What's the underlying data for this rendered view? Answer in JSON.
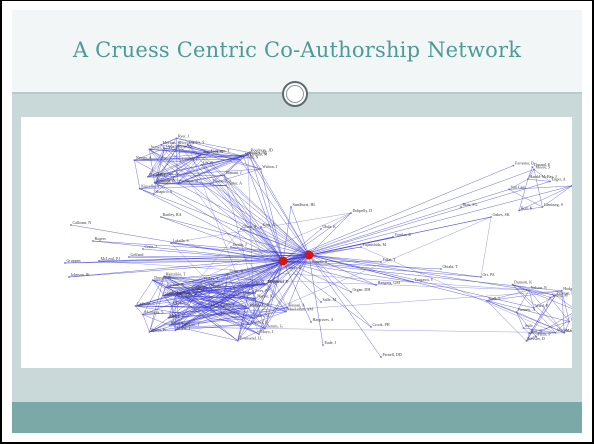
{
  "slide": {
    "title": "A Cruess Centric Co-Authorship Network"
  },
  "colors": {
    "title_text": "#4e9a95",
    "frame": "#c9d9da",
    "bottom_bar": "#7ba9a8",
    "edge": "#3b3bd0",
    "hub_node": "#d01818"
  },
  "icons": {
    "divider": "circle-ornament-icon"
  },
  "network": {
    "hubs": [
      "Cruess, R",
      "Cruess, S"
    ],
    "labels": [
      "Walton, J",
      "Coulston, B",
      "Boyce, J",
      "Shapiro, A",
      "Bindra, S",
      "Meehan, H",
      "Steinberg, G",
      "Kinsella, A",
      "Laucoff, C",
      "Oppenheimer, N",
      "Kohler, M",
      "Carter, A",
      "McDonald, M",
      "Nutter, J",
      "Boudreau, JD",
      "Demaine, J",
      "Coleman, T",
      "Thomson, J",
      "Hallack, J",
      "Oswald, N",
      "Ryer, J",
      "Slimani, J",
      "Nemes, A",
      "Zimmerm, A",
      "Lei, N",
      "Gotham, D",
      "Hamzikie, T",
      "Clarkes, L",
      "Henry, G",
      "Ruhi, A",
      "Coyle, T",
      "Whitham, C",
      "Eves, N",
      "Lees, B",
      "Gerbasi, K",
      "Cathcart, C",
      "Naylor, K",
      "Quinn, A",
      "Sheehan, E",
      "Cardoso, T",
      "Greer, B",
      "Dennis, G",
      "Sears, M",
      "Harcourt, E",
      "Cassidy, P",
      "Fox, M",
      "Mattheus, S",
      "Mayo, J",
      "Mcgowan, D",
      "Soames, J",
      "Mooney, J",
      "Sadowski, C",
      "McLoughlin, F",
      "Ivery, H",
      "Oakes, T",
      "Caine, F",
      "Lindsay, M",
      "Spiers, B",
      "Bulmer, D",
      "Hassan, A",
      "Doroch, R",
      "MacLellan, AM",
      "Townsend, LL",
      "Snell, L",
      "Sutlr",
      "Fallis, P",
      "Gates, K",
      "Dumont, K",
      "Bennett, A",
      "Macdonald, E",
      "Verdier, C",
      "Ward, P",
      "Hodges, M",
      "Garmons, E",
      "Nelson, N",
      "Kessler, D",
      "Young, M",
      "Bell, B",
      "Levitan, M",
      "Holt, K",
      "Moore, S",
      "Durand, E",
      "Ginsburg, S",
      "Wesson, R",
      "Forrester, D",
      "Enger, A",
      "Harald-McBay, J",
      "Van Cam",
      "Calloum, N",
      "Rogers",
      "Gruppen",
      "Johnson, JE",
      "McLeod, PJ",
      "Gelfand",
      "Crate, J",
      "Lakalla, S",
      "Olson, S",
      "Dohpelly, D",
      "Ohda, K",
      "Fujinishida, M",
      "Fakai, T",
      "Ohtaki, T",
      "Tsugawa, Y",
      "Hangurg, GM",
      "Ort, PA",
      "Organ, DH",
      "Salle, M",
      "Crook, PH",
      "Pernell, DD",
      "Eade, J",
      "Hargraves, A",
      "Voutlas, D",
      "Blair, PG",
      "Oakes, SK",
      "Kent, A",
      "Sandhurst, HL",
      "Jacobs, J",
      "Bartley, RA",
      "Gill, H",
      "Leyes, C",
      "Clemens, T",
      "Lordin, M",
      "Nuthill, T",
      "Hamby, M",
      "Rays, A",
      "Rees, B",
      "Oxborrow, AN",
      "Nussbaum, B",
      "Keys, A",
      "Ottelly, S",
      "Samson, JA",
      "Hardy, M",
      "Sandell, N",
      "Orris, S",
      "Rizzo, PH",
      "Shumer, K",
      "Gordon, HI",
      "Franklin, DT",
      "Roseblatt, JC",
      "Harlan, MJ",
      "Barry, L"
    ]
  }
}
